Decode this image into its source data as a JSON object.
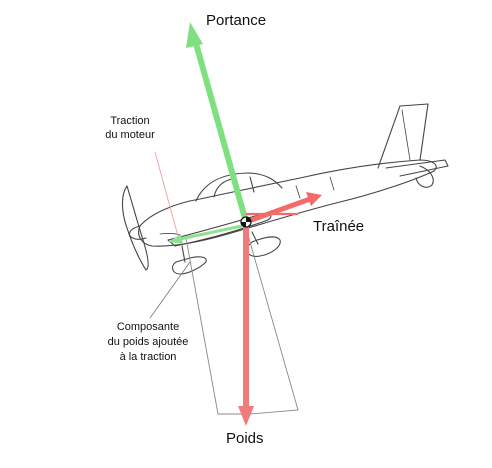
{
  "labels": {
    "lift": "Portance",
    "drag": "Traînée",
    "weight": "Poids",
    "thrust_line1": "Traction",
    "thrust_line2": "du moteur",
    "component_line1": "Composante",
    "component_line2": "du poids ajoutée",
    "component_line3": "à la traction"
  },
  "colors": {
    "lift": "#7fe07f",
    "thrust": "#8fe08f",
    "drag": "#f26b6b",
    "weight": "#f07b7b",
    "aircraft_line": "#444444",
    "leader_line": "#f0a0a0"
  }
}
